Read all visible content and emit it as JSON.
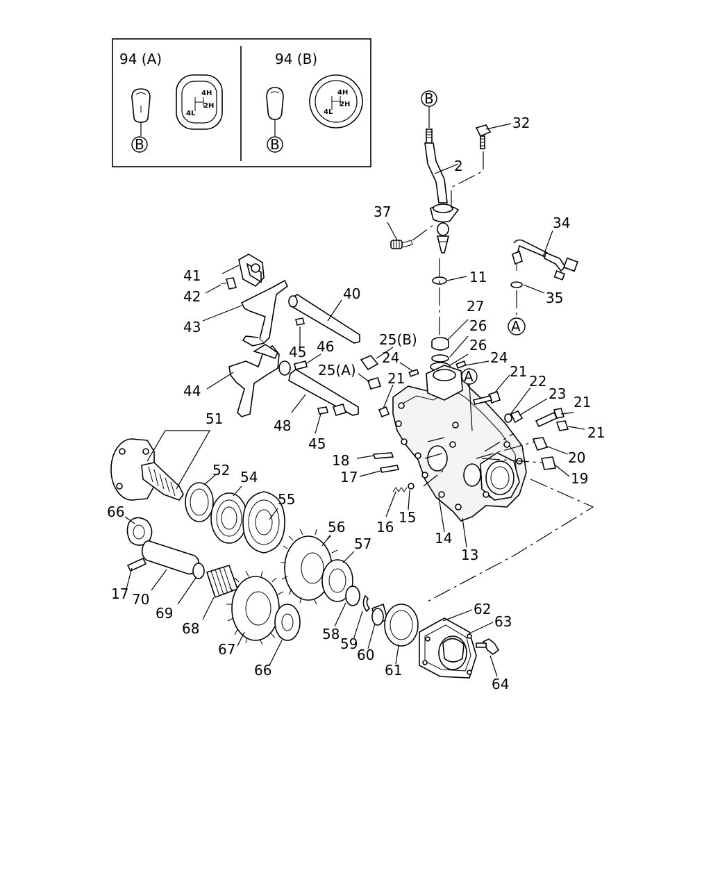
{
  "inset": {
    "left_label": "94 (A)",
    "right_label": "94 (B)",
    "shift_pattern": [
      "4H",
      "2H",
      "4L"
    ]
  },
  "ref_markers": [
    "B",
    "A"
  ],
  "callouts": [
    "2",
    "32",
    "37",
    "11",
    "34",
    "35",
    "27",
    "26",
    "26",
    "41",
    "42",
    "40",
    "43",
    "45",
    "46",
    "25(B)",
    "24",
    "24",
    "25(A)",
    "21",
    "21",
    "22",
    "23",
    "21",
    "21",
    "44",
    "48",
    "45",
    "51",
    "52",
    "54",
    "55",
    "18",
    "17",
    "20",
    "19",
    "16",
    "15",
    "14",
    "13",
    "66",
    "56",
    "57",
    "17",
    "70",
    "69",
    "68",
    "67",
    "66",
    "58",
    "59",
    "60",
    "61",
    "62",
    "63",
    "64"
  ]
}
